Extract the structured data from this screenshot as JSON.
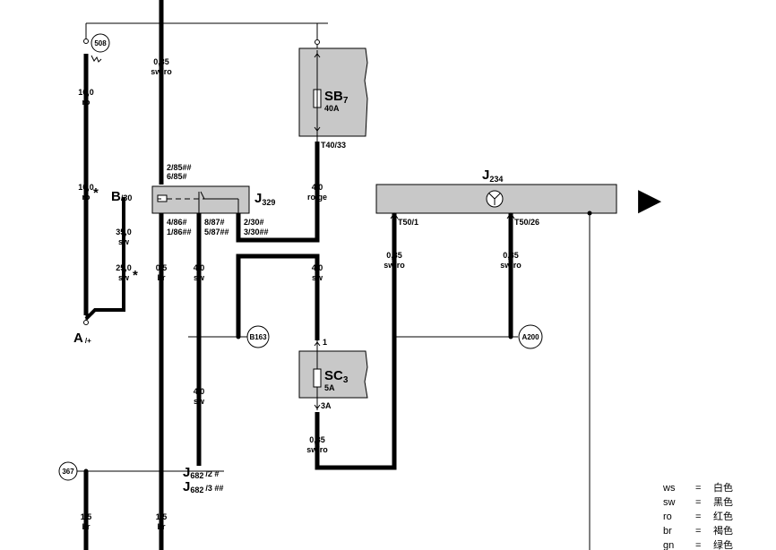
{
  "components": {
    "sb7": {
      "name": "SB",
      "sub": "7",
      "rating": "40A",
      "pin_out": "T40/33"
    },
    "sc3": {
      "name": "SC",
      "sub": "3",
      "rating": "5A",
      "pin_in": "1",
      "pin_out": "3A"
    },
    "j329": {
      "name": "J",
      "sub": "329",
      "pins_top": [
        "2/85##",
        "6/85#"
      ],
      "pins_bottom": [
        "4/86#",
        "1/86##",
        "8/87#",
        "5/87##",
        "2/30#",
        "3/30##"
      ]
    },
    "j234": {
      "name": "J",
      "sub": "234",
      "pin1": "T50/1",
      "pin2": "T50/26"
    },
    "j682a": {
      "name": "J",
      "sub": "682",
      "suffix": "/2 #"
    },
    "j682b": {
      "name": "J",
      "sub": "682",
      "suffix": "/3 ##"
    },
    "a_conn": {
      "name": "A",
      "sub": "/+"
    },
    "b_conn": {
      "name": "B",
      "sub": "/30"
    }
  },
  "nodes": [
    "508",
    "B163",
    "A200",
    "367"
  ],
  "wires": {
    "w1": [
      "16,0",
      "ro"
    ],
    "w2": [
      "10,0",
      "ro"
    ],
    "w3": [
      "35,0",
      "sw"
    ],
    "w4": [
      "25,0",
      "sw"
    ],
    "w5": [
      "0,35",
      "sw/ro"
    ],
    "w6": [
      "0,5",
      "br"
    ],
    "w7": [
      "4,0",
      "sw"
    ],
    "w8": [
      "4,0",
      "sw"
    ],
    "w9": [
      "4,0",
      "ro/ge"
    ],
    "w10": [
      "4,0",
      "sw"
    ],
    "w11": [
      "0,35",
      "sw/ro"
    ],
    "w12": [
      "0,35",
      "sw/ro"
    ],
    "w13": [
      "0,35",
      "sw/ro"
    ],
    "w14": [
      "1,5",
      "br"
    ],
    "w15": [
      "1,5",
      "br"
    ]
  },
  "marks": {
    "star": "*",
    "arrow": "▶"
  },
  "legend": [
    {
      "code": "ws",
      "eq": "=",
      "meaning": "白色"
    },
    {
      "code": "sw",
      "eq": "=",
      "meaning": "黑色"
    },
    {
      "code": "ro",
      "eq": "=",
      "meaning": "红色"
    },
    {
      "code": "br",
      "eq": "=",
      "meaning": "褐色"
    },
    {
      "code": "gn",
      "eq": "=",
      "meaning": "绿色"
    }
  ]
}
